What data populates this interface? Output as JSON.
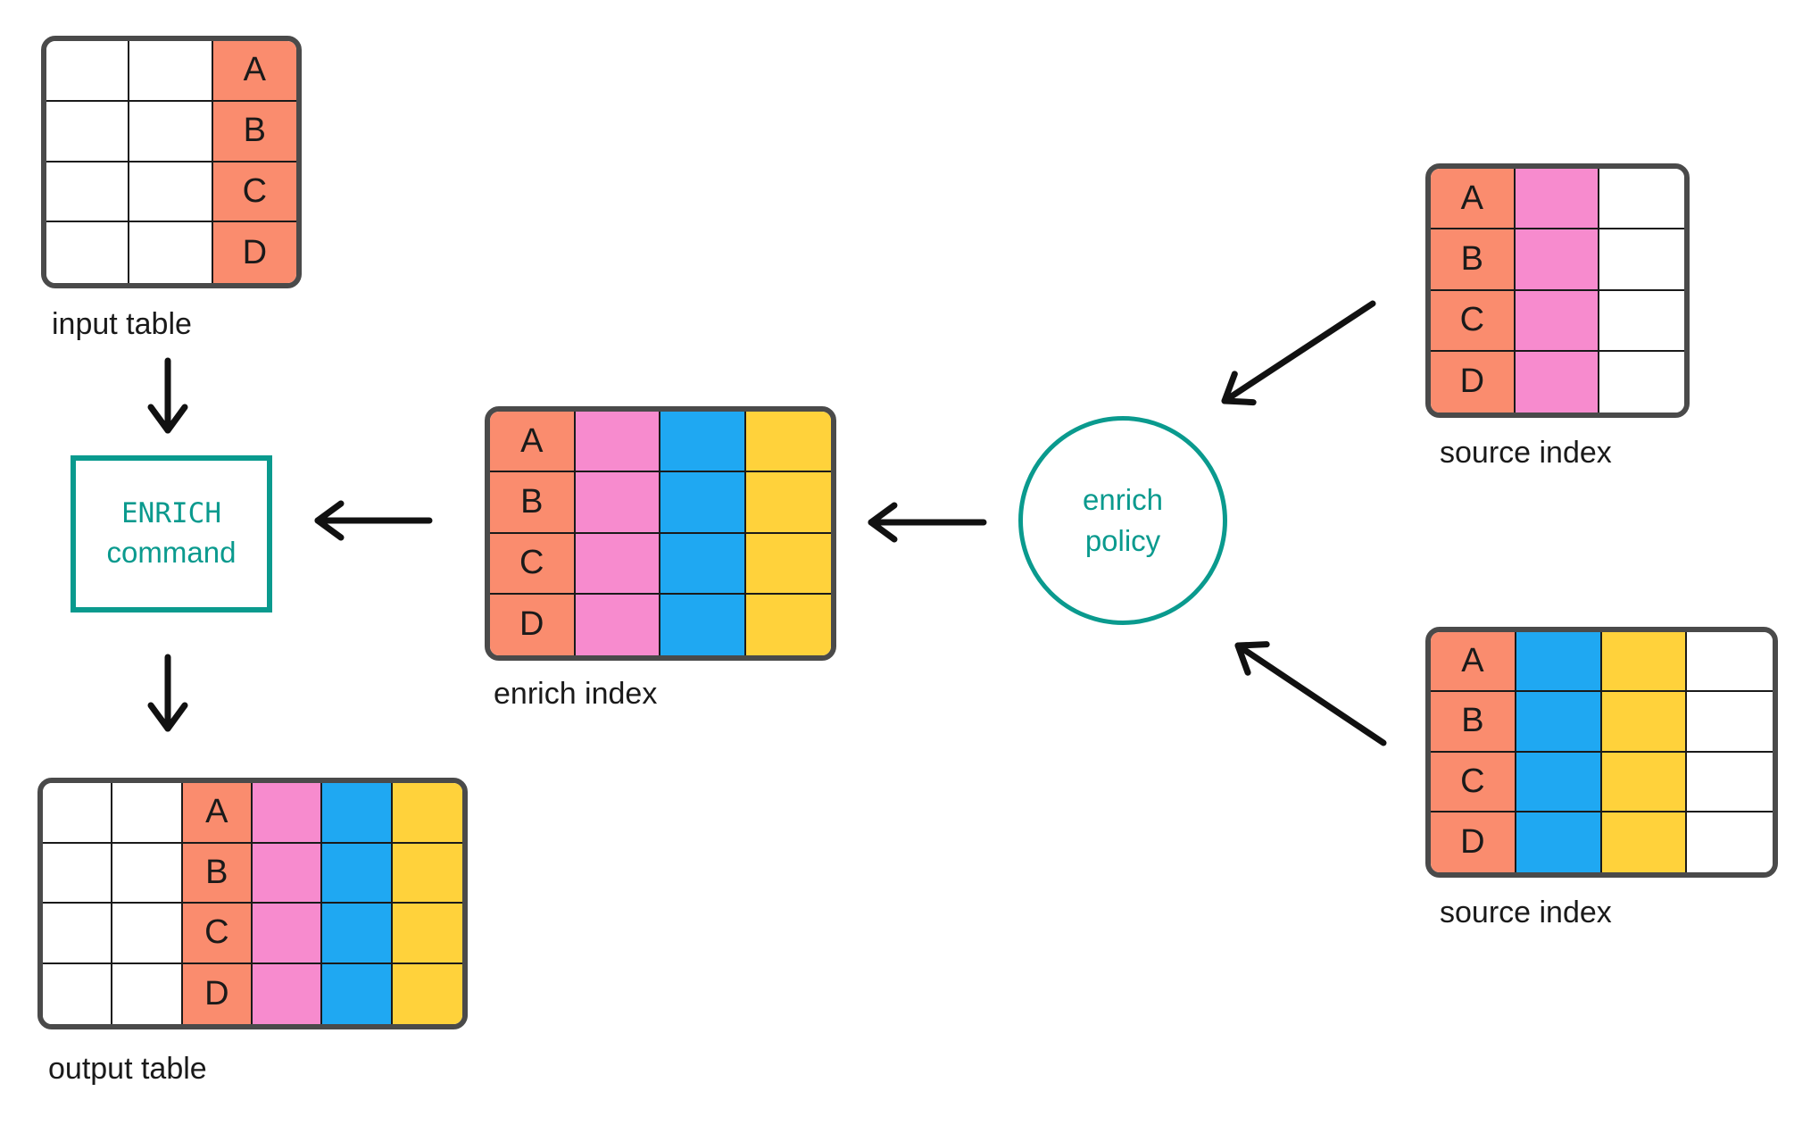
{
  "colors": {
    "salmon": "#FA8C6E",
    "pink": "#F78BCE",
    "blue": "#1FA8F2",
    "yellow": "#FFD23B",
    "white": "#FFFFFF",
    "teal": "#0A9A8E",
    "table_border": "#4A4A4A",
    "grid_line": "#1A1A1A",
    "arrow": "#111111"
  },
  "tables": {
    "input_table": {
      "label": "input table",
      "rows": 4,
      "row_letters": [
        "A",
        "B",
        "C",
        "D"
      ],
      "columns": [
        "white",
        "white",
        "salmon"
      ],
      "letter_column": 2
    },
    "enrich_index": {
      "label": "enrich index",
      "rows": 4,
      "row_letters": [
        "A",
        "B",
        "C",
        "D"
      ],
      "columns": [
        "salmon",
        "pink",
        "blue",
        "yellow"
      ],
      "letter_column": 0
    },
    "source_index_top": {
      "label": "source index",
      "rows": 4,
      "row_letters": [
        "A",
        "B",
        "C",
        "D"
      ],
      "columns": [
        "salmon",
        "pink",
        "white"
      ],
      "letter_column": 0
    },
    "source_index_bottom": {
      "label": "source index",
      "rows": 4,
      "row_letters": [
        "A",
        "B",
        "C",
        "D"
      ],
      "columns": [
        "salmon",
        "blue",
        "yellow",
        "white"
      ],
      "letter_column": 0
    },
    "output_table": {
      "label": "output table",
      "rows": 4,
      "row_letters": [
        "A",
        "B",
        "C",
        "D"
      ],
      "columns": [
        "white",
        "white",
        "salmon",
        "pink",
        "blue",
        "yellow"
      ],
      "letter_column": 2
    }
  },
  "nodes": {
    "enrich_command": {
      "line1": "ENRICH",
      "line2": "command"
    },
    "enrich_policy": {
      "line1": "enrich",
      "line2": "policy"
    }
  }
}
